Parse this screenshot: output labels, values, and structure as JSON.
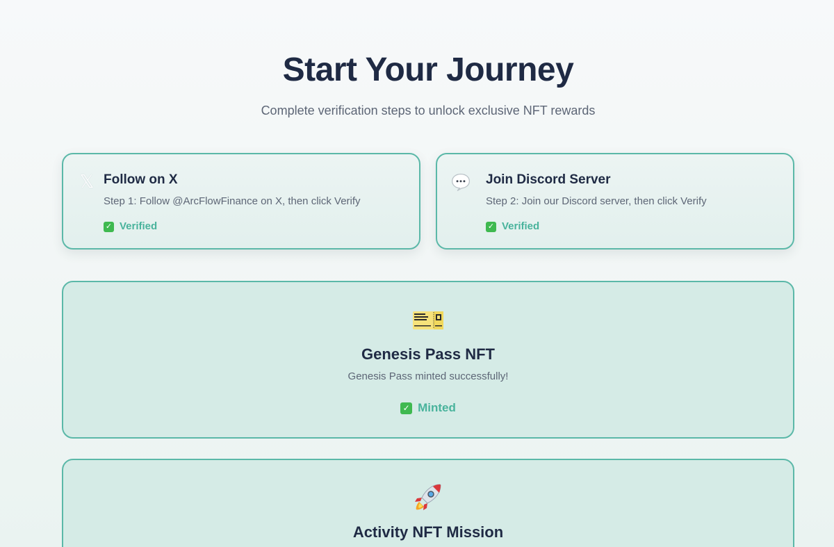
{
  "hero": {
    "title": "Start Your Journey",
    "subtitle": "Complete verification steps to unlock exclusive NFT rewards"
  },
  "tasks": [
    {
      "icon": "x-logo-icon",
      "title": "Follow on X",
      "description": "Step 1: Follow @ArcFlowFinance on X, then click Verify",
      "status": "Verified"
    },
    {
      "icon": "speech-bubble-icon",
      "title": "Join Discord Server",
      "description": "Step 2: Join our Discord server, then click Verify",
      "status": "Verified"
    }
  ],
  "nfts": [
    {
      "icon": "ticket-icon",
      "title": "Genesis Pass NFT",
      "description": "Genesis Pass minted successfully!",
      "status": "Minted"
    },
    {
      "icon": "rocket-icon",
      "title": "Activity NFT Mission"
    }
  ],
  "colors": {
    "heading": "#1f2a44",
    "body_text": "#5d6676",
    "accent_border": "#5bb8a8",
    "status_green": "#49b39c",
    "check_badge": "#3fb950",
    "nft_card_bg": "#d5ebe6"
  }
}
